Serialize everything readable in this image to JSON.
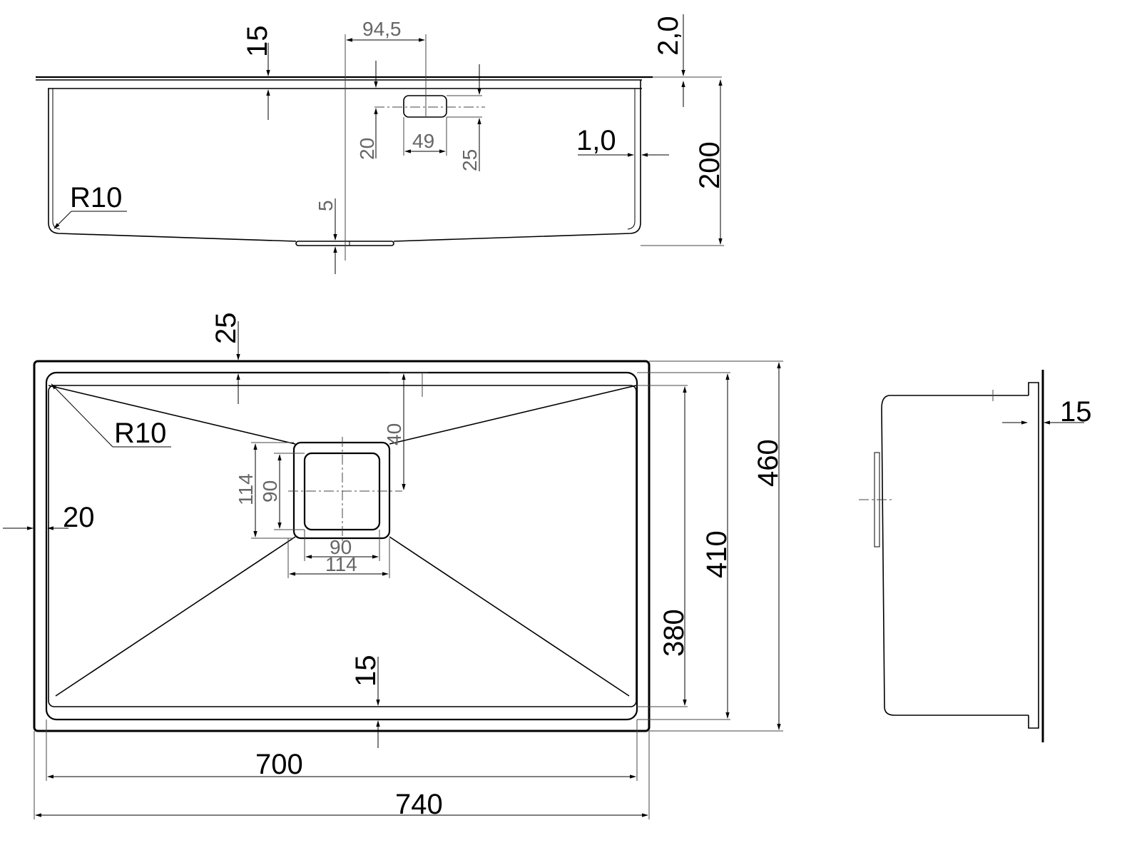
{
  "labels": {
    "side_top_depth": "15",
    "side_outlet_offset": "94,5",
    "side_flange_thickness": "2,0",
    "side_height": "200",
    "side_wall": "1,0",
    "side_overflow_width": "49",
    "side_overflow_a": "20",
    "side_overflow_b": "25",
    "side_radius": "R10",
    "side_drain_drop": "5",
    "plan_top_margin": "25",
    "plan_radius": "R10",
    "plan_drain_offset": "40",
    "plan_drain_outer_v": "114",
    "plan_drain_inner_v": "90",
    "plan_side_margin": "20",
    "plan_drain_inner_h": "90",
    "plan_drain_outer_h": "114",
    "plan_bottom_margin": "15",
    "plan_inner_depth": "380",
    "plan_bowl_depth": "410",
    "plan_total_depth": "460",
    "plan_bowl_width": "700",
    "plan_total_width": "740",
    "end_flange": "15"
  }
}
